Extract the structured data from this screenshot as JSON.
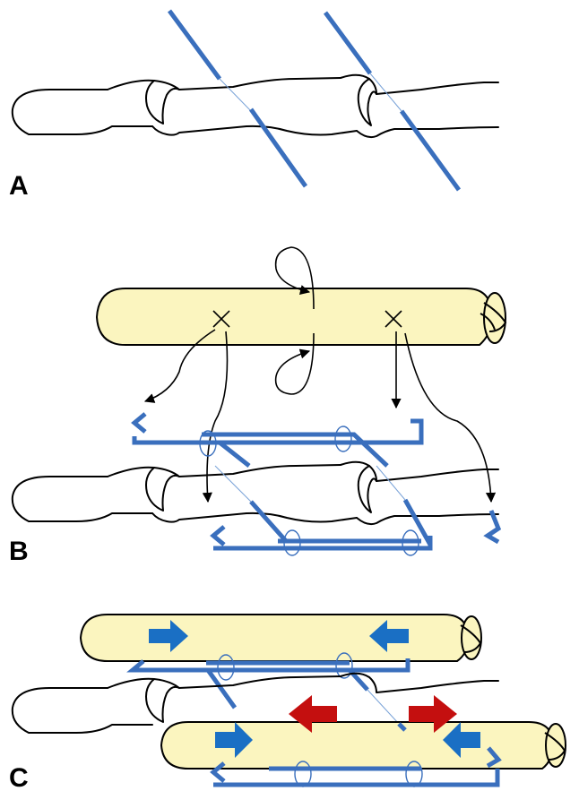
{
  "panels": [
    {
      "id": "A",
      "label": "A"
    },
    {
      "id": "B",
      "label": "B"
    },
    {
      "id": "C",
      "label": "C"
    }
  ],
  "colors": {
    "wire": "#3a6fbd",
    "wire_faint": "#7aa3d8",
    "implant_fill": "#fbf5bf",
    "implant_stroke": "#000000",
    "bone_stroke": "#000000",
    "arrow_compression": "#1a6fc4",
    "arrow_distraction": "#c40f0f",
    "arrow_black": "#000000"
  },
  "icons": {
    "insertion_mark": "x-mark-icon",
    "rotation": "rotation-arrow-icon",
    "compression": "compression-arrow-icon",
    "distraction": "distraction-arrow-icon"
  }
}
